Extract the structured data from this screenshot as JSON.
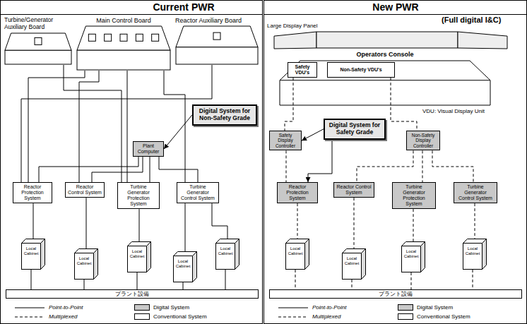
{
  "diagram": {
    "nodes": [
      {
        "text": [
          "Turbine/Generator Auxiliary Board"
        ]
      },
      {
        "text": [
          "Main Control Board"
        ]
      },
      {
        "text": [
          "Reactor Auxiliary Board"
        ]
      },
      {
        "text": [
          "Digital System for Non-Safety Grade"
        ]
      },
      {
        "text": [
          "Plant Computer"
        ]
      },
      {
        "text": [
          "Reactor Protection System"
        ]
      },
      {
        "text": [
          "Reactor Control System"
        ]
      },
      {
        "text": [
          "Turbine Generator Protection System"
        ]
      },
      {
        "text": [
          "Turbine Generator Control System"
        ]
      },
      {
        "text": [
          "Local Cabinet"
        ]
      },
      {
        "text": [
          "Local Cabinet"
        ]
      },
      {
        "text": [
          "Local Cabinet"
        ]
      },
      {
        "text": [
          "Local Cabinet"
        ]
      },
      {
        "text": [
          "Local Cabinet"
        ]
      },
      {
        "text": [
          "プラント設備"
        ]
      },
      {
        "text": [
          "Large Display Panel"
        ]
      },
      {
        "text": [
          "Operators Console"
        ]
      },
      {
        "text": [
          "Safety VDU's"
        ],
        "in": 16
      },
      {
        "text": [
          "Non-Safety VDU's"
        ],
        "in": 16
      },
      {
        "text": [
          "Safety Display Controller"
        ]
      },
      {
        "text": [
          "Digital System for Safety Grade"
        ]
      },
      {
        "text": [
          "Non-Safety Display Controller"
        ]
      },
      {
        "text": [
          "Reactor Protection System"
        ]
      },
      {
        "text": [
          "Reactor Control System"
        ]
      },
      {
        "text": [
          "Turbine Generator Protection System"
        ]
      },
      {
        "text": [
          "Turbine Generator Control System"
        ]
      },
      {
        "text": [
          "Local Cabinet"
        ]
      },
      {
        "text": [
          "Local Cabinet"
        ]
      },
      {
        "text": [
          "Local Cabinet"
        ]
      },
      {
        "text": [
          "Local Cabinet"
        ]
      },
      {
        "text": [
          "プラント設備"
        ]
      }
    ],
    "edges": [
      {
        "from": 1,
        "to": 5,
        "arrow": "none"
      },
      {
        "from": 1,
        "to": 6,
        "arrow": "none"
      },
      {
        "from": 1,
        "to": 7,
        "arrow": "none"
      },
      {
        "from": 1,
        "to": 8,
        "arrow": "none"
      },
      {
        "from": 0,
        "to": 7,
        "arrow": "none"
      },
      {
        "from": 2,
        "to": 5,
        "arrow": "none"
      },
      {
        "from": 4,
        "to": 5,
        "arrow": "none"
      },
      {
        "from": 4,
        "to": 6,
        "arrow": "none"
      },
      {
        "from": 4,
        "to": 7,
        "arrow": "none"
      },
      {
        "from": 4,
        "to": 8,
        "arrow": "none"
      },
      {
        "from": 3,
        "to": 4,
        "arrow": "to"
      },
      {
        "from": 5,
        "to": 9,
        "arrow": "none"
      },
      {
        "from": 6,
        "to": 10,
        "arrow": "none"
      },
      {
        "from": 7,
        "to": 11,
        "arrow": "none"
      },
      {
        "from": 8,
        "to": 12,
        "arrow": "none"
      },
      {
        "from": 8,
        "to": 13,
        "arrow": "none"
      },
      {
        "from": 9,
        "to": 14,
        "arrow": "none"
      },
      {
        "from": 10,
        "to": 14,
        "arrow": "none"
      },
      {
        "from": 11,
        "to": 14,
        "arrow": "none"
      },
      {
        "from": 12,
        "to": 14,
        "arrow": "none"
      },
      {
        "from": 13,
        "to": 14,
        "arrow": "none"
      },
      {
        "from": 17,
        "to": 19,
        "arrow": "none"
      },
      {
        "from": 18,
        "to": 21,
        "arrow": "none"
      },
      {
        "from": 19,
        "to": 22,
        "arrow": "none"
      },
      {
        "from": 21,
        "to": 23,
        "arrow": "none"
      },
      {
        "from": 21,
        "to": 24,
        "arrow": "none"
      },
      {
        "from": 21,
        "to": 25,
        "arrow": "none"
      },
      {
        "from": 20,
        "to": 19,
        "arrow": "to"
      },
      {
        "from": 20,
        "to": 22,
        "arrow": "to"
      },
      {
        "from": 22,
        "to": 26,
        "arrow": "none"
      },
      {
        "from": 23,
        "to": 27,
        "arrow": "none"
      },
      {
        "from": 24,
        "to": 28,
        "arrow": "none"
      },
      {
        "from": 25,
        "to": 29,
        "arrow": "none"
      },
      {
        "from": 26,
        "to": 30,
        "arrow": "none"
      },
      {
        "from": 27,
        "to": 30,
        "arrow": "none"
      },
      {
        "from": 28,
        "to": 30,
        "arrow": "none"
      },
      {
        "from": 29,
        "to": 30,
        "arrow": "none"
      }
    ],
    "labels": [
      "Current PWR",
      "New PWR",
      "(Full digital I&C)",
      "VDU: Visual Display Unit"
    ],
    "legend": [
      {
        "text": "Point-to-Point"
      },
      {
        "text": "Digital System",
        "color": "#c8c8c8"
      },
      {
        "text": "Multiplexed"
      },
      {
        "text": "Conventional System",
        "color": "#ffffff"
      },
      {
        "text": "Point-to-Point"
      },
      {
        "text": "Digital System",
        "color": "#c8c8c8"
      },
      {
        "text": "Multiplexed"
      },
      {
        "text": "Conventional System",
        "color": "#ffffff"
      }
    ]
  }
}
